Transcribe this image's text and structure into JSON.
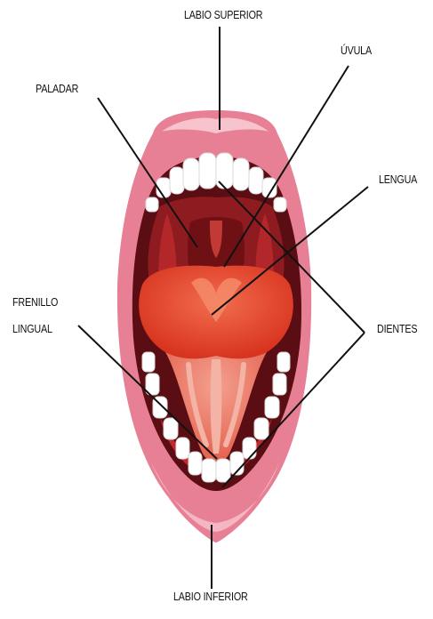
{
  "labels": {
    "labio_superior": "LABIO SUPERIOR",
    "uvula": "ÚVULA",
    "paladar": "PALADAR",
    "lengua": "LENGUA",
    "frenillo": "FRENILLO",
    "lingual": "LINGUAL",
    "dientes": "DIENTES",
    "labio_inferior": "LABIO INFERIOR"
  },
  "colors": {
    "lip": "#e77f95",
    "lip_light": "#f4b6c2",
    "lip_dark": "#c9556f",
    "cavity_dark": "#5a0d12",
    "throat": "#8e1b1f",
    "palate": "#b3262a",
    "tongue": "#e4402c",
    "tongue_light": "#f47a5a",
    "tooth": "#ffffff",
    "tooth_shade": "#dcdcdc",
    "line": "#111111"
  }
}
